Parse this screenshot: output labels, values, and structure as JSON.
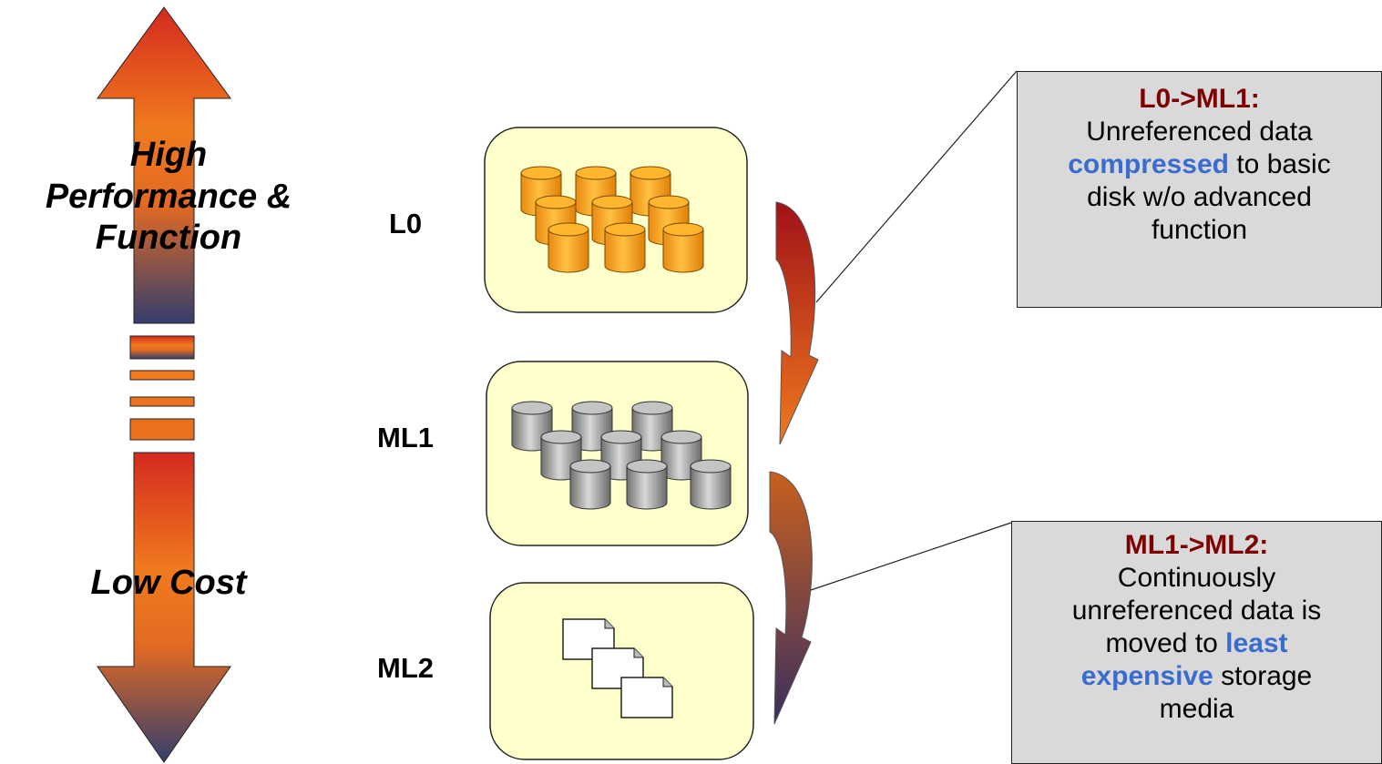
{
  "axis": {
    "top_line1": "High",
    "top_line2": "Performance &",
    "top_line3": "Function",
    "bottom": "Low Cost"
  },
  "levels": [
    {
      "label": "L0",
      "media": "orange-disk-cylinders",
      "count": 9
    },
    {
      "label": "ML1",
      "media": "gray-disk-cylinders",
      "count": 9
    },
    {
      "label": "ML2",
      "media": "tape-documents",
      "count": 3
    }
  ],
  "callouts": {
    "l0_ml1": {
      "title": "L0->ML1:",
      "line1": "Unreferenced data",
      "highlight": "compressed",
      "line2_rest": " to basic",
      "line3": "disk w/o advanced",
      "line4": "function"
    },
    "ml1_ml2": {
      "title": "ML1->ML2:",
      "line1": "Continuously",
      "line2": "unreferenced data is",
      "line3_start": "moved to ",
      "highlight1": "least",
      "highlight2": "expensive",
      "line4_rest": " storage",
      "line5": "media"
    }
  },
  "colors": {
    "arrow_top": "#d42a1f",
    "arrow_mid": "#f07a1e",
    "arrow_bottom": "#343e6d",
    "panel_fill": "#ffffcc",
    "callout_fill": "#d9d9d9",
    "title_color": "#7f0000",
    "highlight_color": "#3a6ccf"
  }
}
